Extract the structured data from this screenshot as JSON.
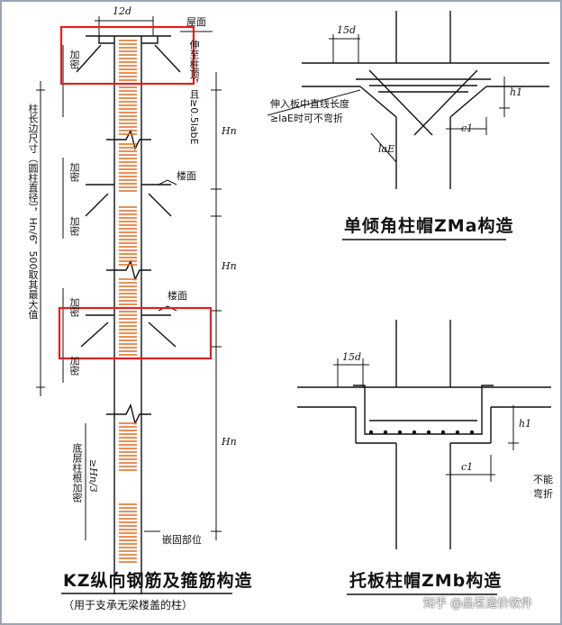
{
  "left": {
    "dim_top": "12d",
    "roof": "屋面",
    "floor1": "楼面",
    "floor2": "楼面",
    "embed": "嵌固部位",
    "hn": "Hn",
    "hn_bottom": "≥Hn/3",
    "dense": "加密",
    "dense_long": "柱长边尺寸（圆柱直径），Hn/6，500取其最大值",
    "bottom_dense": "底层柱根加密",
    "anchor": "伸至柱顶，且≥0.5labE",
    "title": "KZ纵向钢筋及箍筋构造",
    "subtitle": "（用于支承无梁楼盖的柱）"
  },
  "right_top": {
    "dim": "15d",
    "note_line1": "伸入板中直线长度",
    "note_line2": "≥laE时可不弯折",
    "h1": "h1",
    "c1": "c1",
    "lae": "laE",
    "title": "单倾角柱帽ZMa构造"
  },
  "right_bottom": {
    "dim": "15d",
    "h1": "h1",
    "c1": "c1",
    "edge_note1": "不能",
    "edge_note2": "弯折",
    "title": "托板柱帽ZMb构造"
  },
  "watermark": "知乎 @品茗造价软件",
  "colors": {
    "rebar": "#e36a1f",
    "highlight": "#e02020",
    "line": "#111111"
  }
}
